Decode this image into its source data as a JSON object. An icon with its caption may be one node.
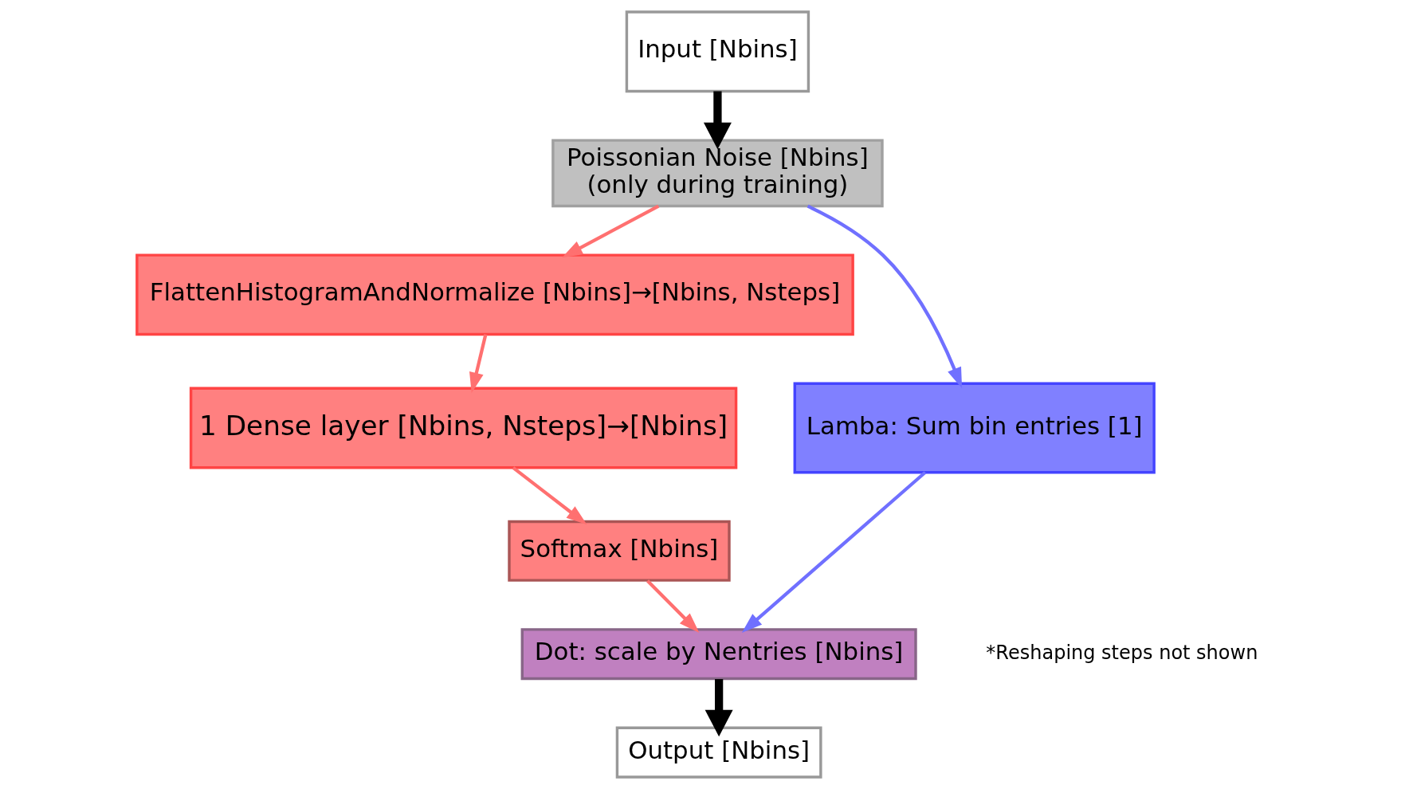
{
  "diagram": {
    "nodes": [
      {
        "text": [
          "Input [Nbins]"
        ]
      },
      {
        "text": [
          "Poissonian Noise [Nbins]",
          "(only during training)"
        ]
      },
      {
        "text": [
          "FlattenHistogramAndNormalize [Nbins]→[Nbins, Nsteps]"
        ]
      },
      {
        "text": [
          "1 Dense layer [Nbins, Nsteps]→[Nbins]"
        ]
      },
      {
        "text": [
          "Softmax [Nbins]"
        ]
      },
      {
        "text": [
          "Lamba: Sum bin entries [1]"
        ]
      },
      {
        "text": [
          "Dot: scale by Nentries [Nbins]"
        ]
      },
      {
        "text": [
          "Output [Nbins]"
        ]
      }
    ],
    "edges": [
      {
        "from": 0,
        "to": 1,
        "arrow": "to",
        "style": "thick",
        "color": "#000000"
      },
      {
        "from": 1,
        "to": 2,
        "arrow": "to"
      },
      {
        "from": 1,
        "to": 5,
        "arrow": "to",
        "color": "#7070ff"
      },
      {
        "from": 2,
        "to": 3,
        "arrow": "to"
      },
      {
        "from": 3,
        "to": 4,
        "arrow": "to"
      },
      {
        "from": 5,
        "to": 6,
        "arrow": "to",
        "color": "#7070ff"
      },
      {
        "from": 4,
        "to": 6,
        "arrow": "to"
      },
      {
        "from": 6,
        "to": 7,
        "arrow": "to",
        "style": "thick",
        "color": "#000000"
      }
    ],
    "labels": [
      "*Reshaping steps not shown"
    ]
  }
}
